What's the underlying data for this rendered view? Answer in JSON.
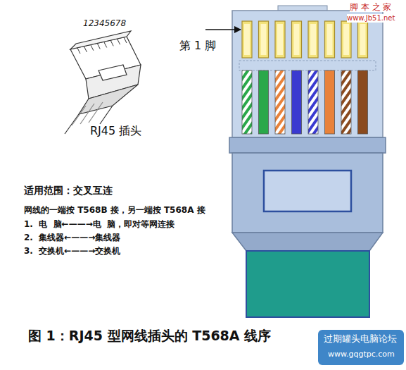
{
  "diagram": {
    "caption": "图 1：RJ45 型网线插头的 T568A 线序",
    "labels": [
      "12345678",
      "RJ45 插头",
      "第 1 脚",
      "适用范围：交叉互连",
      "网线的一端按 T568B 接，另一端按 T568A 接",
      "1.  电  脑←——→电  脑，即对等网连接",
      "2.  集线器←——→集线器",
      "3.  交换机←——→交换机",
      "脚 本 之 家",
      "www.Jb51.net",
      "过期罐头电脑论坛",
      "www.gqgtpc.com"
    ]
  }
}
